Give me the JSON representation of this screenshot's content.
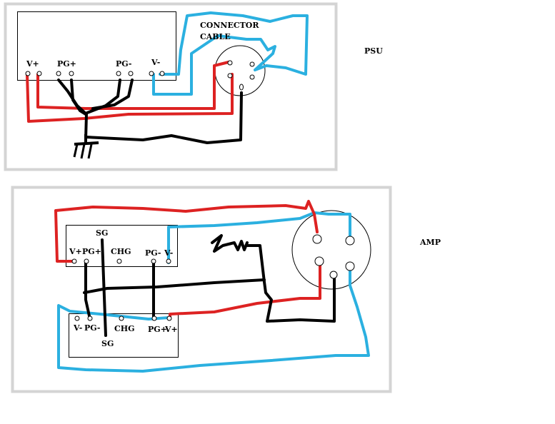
{
  "psu": {
    "side_label": "PSU",
    "connector_label_1": "CONNECTOR",
    "connector_label_2": "CABLE",
    "terminals": {
      "vplus": "V+",
      "pgplus": "PG+",
      "pgminus": "PG-",
      "vminus": "V-"
    }
  },
  "amp": {
    "side_label": "AMP",
    "upper_terminals": {
      "sg": "SG",
      "vplus": "V+",
      "pgplus": "PG+",
      "chg": "CHG",
      "pgminus": "PG-",
      "vminus": "V-"
    },
    "lower_terminals": {
      "vminus": "V-",
      "pgminus": "PG-",
      "chg": "CHG",
      "pgplus": "PG+",
      "vplus": "V+",
      "sg": "SG"
    }
  },
  "colors": {
    "frame": "#d4d4d4",
    "red_wire": "#dd2222",
    "blue_wire": "#2bb0e0",
    "black_wire": "#000000"
  }
}
